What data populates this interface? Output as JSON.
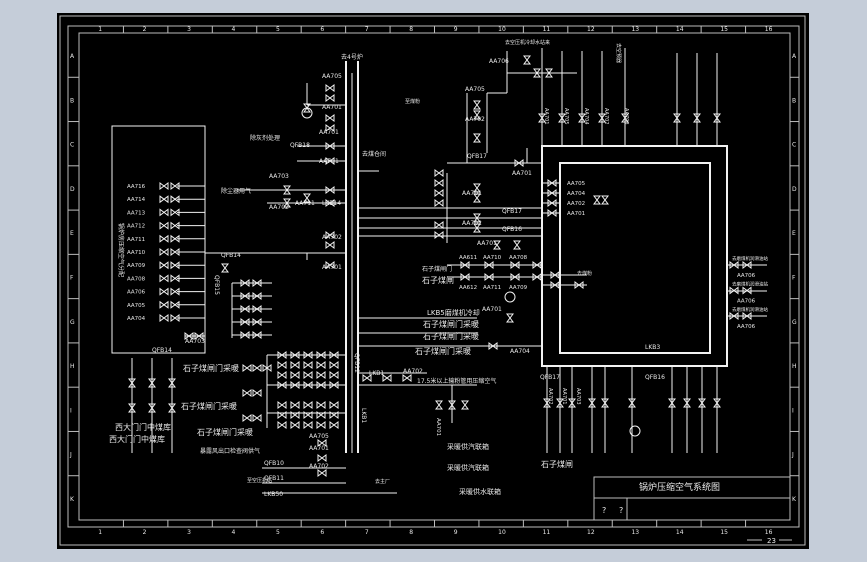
{
  "title_block": {
    "title": "锅炉压缩空气系统图",
    "mark_left": "?",
    "mark_right": "?"
  },
  "page_number": "23",
  "grid": {
    "columns": [
      "1",
      "2",
      "3",
      "4",
      "5",
      "6",
      "7",
      "8",
      "9",
      "10",
      "11",
      "12",
      "13",
      "14",
      "15",
      "16"
    ],
    "rows": [
      "A",
      "B",
      "C",
      "D",
      "E",
      "F",
      "G",
      "H",
      "I",
      "J",
      "K"
    ]
  },
  "header": {
    "main_pipe": "去4号炉",
    "top_valve": "AA706",
    "top_label": "去空压机冷却水站来",
    "top_right_label": "去空预器",
    "left_top_label": "至煤粉"
  },
  "left_panel": {
    "valves": [
      "AA716",
      "AA714",
      "AA713",
      "AA712",
      "AA711",
      "AA710",
      "AA709",
      "AA708",
      "AA706",
      "AA705",
      "AA704"
    ],
    "bottom_valve": "AA703",
    "panel_id": "QFB14",
    "side_label": "锅炉房压缩空气分配",
    "right_label": "汇集部"
  },
  "center": {
    "v1": "AA705",
    "v2": "AA701",
    "v3": "AA701",
    "qf18": "QFB18",
    "lbl_fu": "除灰剂处理",
    "v4": "AA703",
    "v5": "AA701",
    "lbl_dust": "除尘器用气",
    "v6": "AA702",
    "v7": "AA711",
    "lbl_lk": "LKB14",
    "lbl_qfb": "QFB15",
    "v8": "AA702",
    "v9": "AA701",
    "qf14": "QFB14",
    "lbl_vert": "QFB12",
    "lbl_vert2": "LKB1",
    "lbl_right_out": "去煤仓间"
  },
  "mid_right": {
    "v_top1": "AA705",
    "v_top2": "AA702",
    "v_top3": "AA701",
    "v_a": "AA701",
    "v_b": "AA702",
    "qf17": "QFB17",
    "qf16": "QFB16",
    "v_c": "AA701",
    "v_d": "AA704",
    "lbl_lkb": "LKB5",
    "side1": "石子煤闸门",
    "side2": "石子煤闸",
    "row1": [
      "AA611",
      "AA710",
      "AA708"
    ],
    "row2": [
      "AA612",
      "AA711",
      "AA709"
    ],
    "lbl_shizi": "石子煤闸门采暖",
    "v_e": "AA701",
    "lkb5": "LKB5磨煤机冷却",
    "lkb5b": "石子煤闸门采暖",
    "lkb5c": "石子煤闸门采暖",
    "lkb5d": "石子煤闸门采暖",
    "v_f": "AA704",
    "lkb3": "LKB3",
    "qf_low": "QFB17",
    "qf_low2": "QFB16",
    "v_g": "AA701"
  },
  "right_box": {
    "id": "LKB3",
    "inner_valves": [
      "AA705",
      "AA704",
      "AA702",
      "AA701"
    ],
    "inner_label": "去煤粉",
    "out_labels": [
      "去磨煤机润滑油站",
      "去磨煤机润滑油站",
      "去磨煤机润滑油站"
    ],
    "out_valves": [
      "AA706",
      "AA706",
      "AA706"
    ],
    "top_valves": [
      "AA701",
      "AA705",
      "AA704",
      "AA702",
      "AA703"
    ]
  },
  "bottom_left": {
    "shizi1": "石子煤闸门采暖",
    "shizi2": "石子煤闸门采暖",
    "shizi3": "石子煤闸门采暖",
    "west1": "西大门门中煤库",
    "west2": "西大门门中煤库",
    "valve_a": "AA705",
    "valve_b": "AA701",
    "valve_c": "AA702",
    "exit_label": "暴露风出口检查阀供气",
    "qfb10": "QFB10",
    "qfb11": "QFB11",
    "supply": "至空压机站",
    "lkb50": "LKB50",
    "to_right": "去主厂",
    "lkb1": "LKB1",
    "v_out": "AA701"
  },
  "bottom_mid": {
    "note": "17.5米以上输粉管用压缩空气",
    "lbl1": "采暖供汽联箱",
    "lbl2": "采暖供汽联箱",
    "lbl3": "采暖供水联箱",
    "v": "AA702",
    "v2": "AA701"
  },
  "bottom_right": {
    "label": "石子煤闸",
    "valves": [
      "AA702",
      "AA701",
      "AA703"
    ]
  }
}
